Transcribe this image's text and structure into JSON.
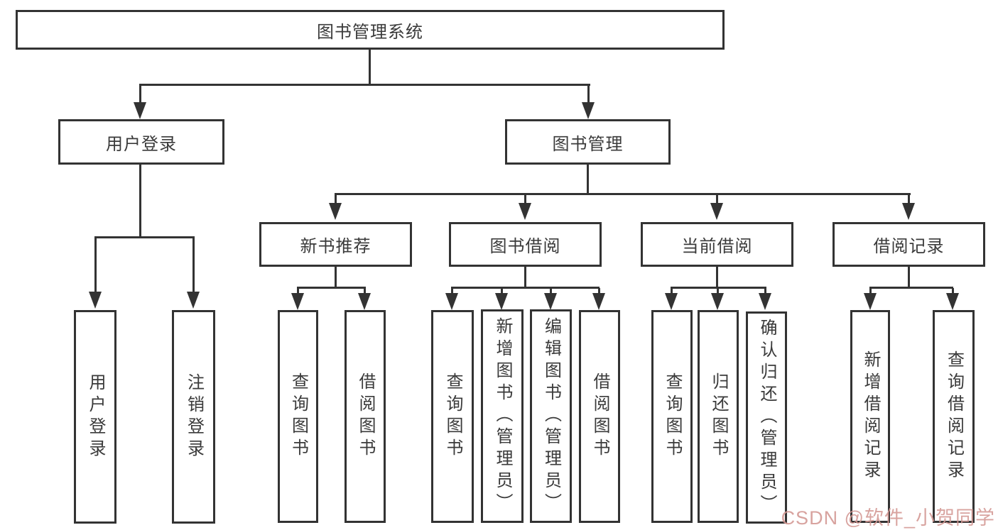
{
  "diagram": {
    "root": "图书管理系统",
    "branches": [
      {
        "label": "用户登录",
        "children": [
          "用户登录",
          "注销登录"
        ]
      },
      {
        "label": "图书管理",
        "groups": [
          {
            "label": "新书推荐",
            "children": [
              "查询图书",
              "借阅图书"
            ]
          },
          {
            "label": "图书借阅",
            "children": [
              "查询图书",
              "新增图书（管理员）",
              "编辑图书（管理员）",
              "借阅图书"
            ]
          },
          {
            "label": "当前借阅",
            "children": [
              "查询图书",
              "归还图书",
              "确认归还（管理员）"
            ]
          },
          {
            "label": "借阅记录",
            "children": [
              "新增借阅记录",
              "查询借阅记录"
            ]
          }
        ]
      }
    ]
  },
  "watermark": {
    "text": "CSDN @软件_小贺同学"
  },
  "colors": {
    "line": "#333333",
    "box_border": "#333333",
    "text": "#3a3a3a",
    "watermark": "#d39692",
    "background": "#ffffff"
  }
}
